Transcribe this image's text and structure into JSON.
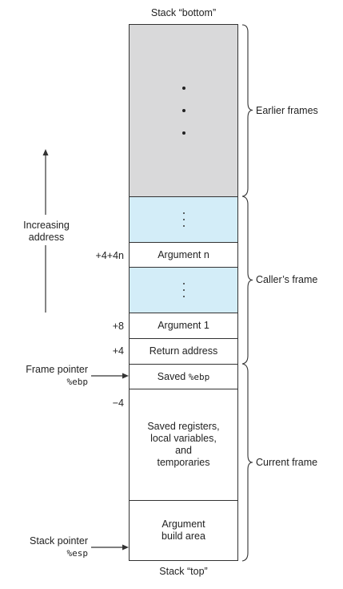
{
  "stack_bottom_label": "Stack “bottom”",
  "stack_top_label": "Stack “top”",
  "increasing_address": [
    "Increasing",
    "address"
  ],
  "cells": {
    "argument_n": "Argument n",
    "argument_1": "Argument 1",
    "return_address": "Return address",
    "saved_ebp": {
      "text": "Saved ",
      "reg": "%ebp"
    },
    "saved_registers": [
      "Saved registers,",
      "local variables,",
      "and",
      "temporaries"
    ],
    "argument_build": [
      "Argument",
      "build area"
    ]
  },
  "offsets": {
    "arg_n": "+4+4n",
    "arg_1": "+8",
    "ret": "+4",
    "saved_regs": "−4"
  },
  "pointers": {
    "frame": {
      "label": "Frame pointer",
      "reg": "%ebp"
    },
    "stack": {
      "label": "Stack pointer",
      "reg": "%esp"
    }
  },
  "frames": {
    "earlier": "Earlier frames",
    "caller": "Caller’s frame",
    "current": "Current  frame"
  },
  "colors": {
    "earlier_fill": "#d9d9da",
    "caller_fill": "#d3edf8",
    "line": "#333333"
  }
}
